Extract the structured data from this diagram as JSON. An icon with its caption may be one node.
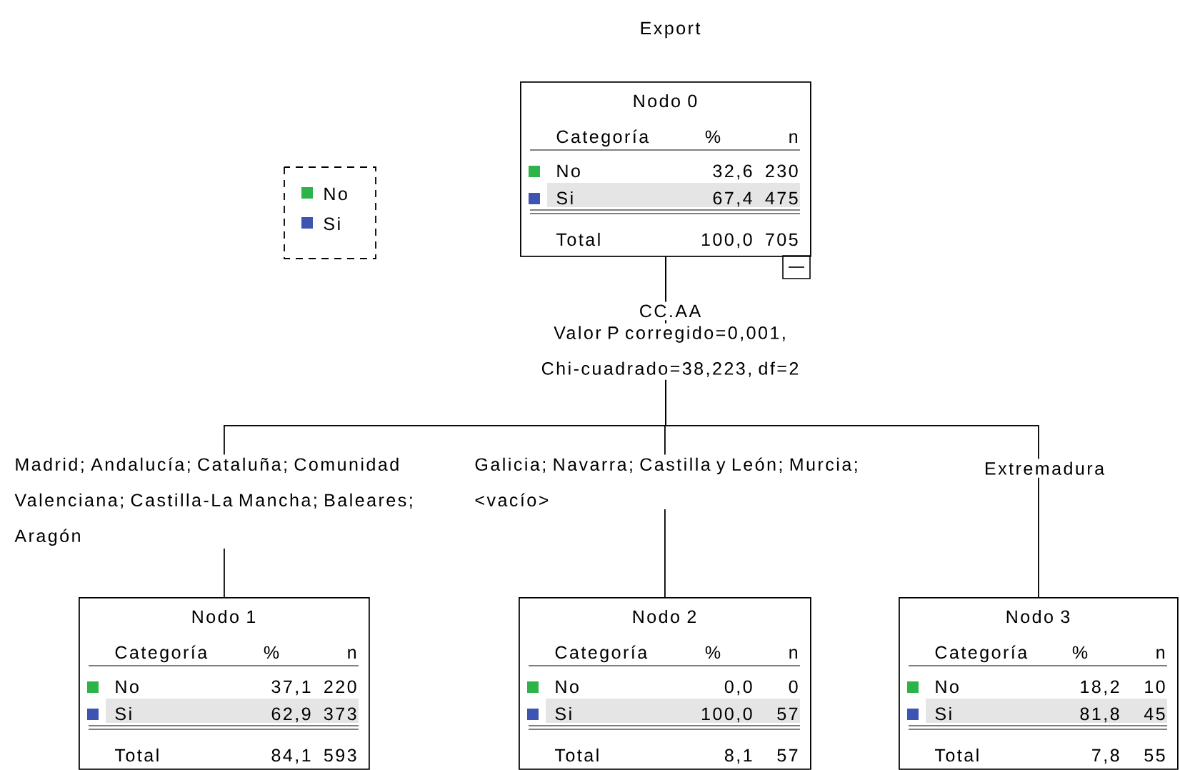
{
  "diagram": {
    "title": "Export",
    "nodes": [
      {
        "text": [
          "Nodo 0",
          "Categoría",
          "%",
          "n",
          "No",
          "32,6",
          "230",
          "Si",
          "67,4",
          "475",
          "Total",
          "100,0",
          "705"
        ]
      },
      {
        "text": [
          "Nodo 1",
          "Categoría",
          "%",
          "n",
          "No",
          "37,1",
          "220",
          "Si",
          "62,9",
          "373",
          "Total",
          "84,1",
          "593"
        ]
      },
      {
        "text": [
          "Nodo 2",
          "Categoría",
          "%",
          "n",
          "No",
          "0,0",
          "0",
          "Si",
          "100,0",
          "57",
          "Total",
          "8,1",
          "57"
        ]
      },
      {
        "text": [
          "Nodo 3",
          "Categoría",
          "%",
          "n",
          "No",
          "18,2",
          "10",
          "Si",
          "81,8",
          "45",
          "Total",
          "7,8",
          "55"
        ]
      }
    ],
    "edges": [
      {
        "from": 0,
        "to": 1,
        "arrow": "none",
        "label": "Madrid; Andalucía; Cataluña; Comunidad Valenciana; Castilla-La Mancha; Baleares; Aragón"
      },
      {
        "from": 0,
        "to": 2,
        "arrow": "none",
        "label": "Galicia; Navarra; Castilla y León; Murcia; <vacío>"
      },
      {
        "from": 0,
        "to": 3,
        "arrow": "none",
        "label": "Extremadura"
      }
    ],
    "labels": [
      "CC.AA",
      "Valor P corregido=0,001, Chi-cuadrado=38,223, df=2"
    ],
    "legend": [
      {
        "text": "No",
        "color": "#2db34a"
      },
      {
        "text": "Si",
        "color": "#3d55b0"
      }
    ]
  }
}
